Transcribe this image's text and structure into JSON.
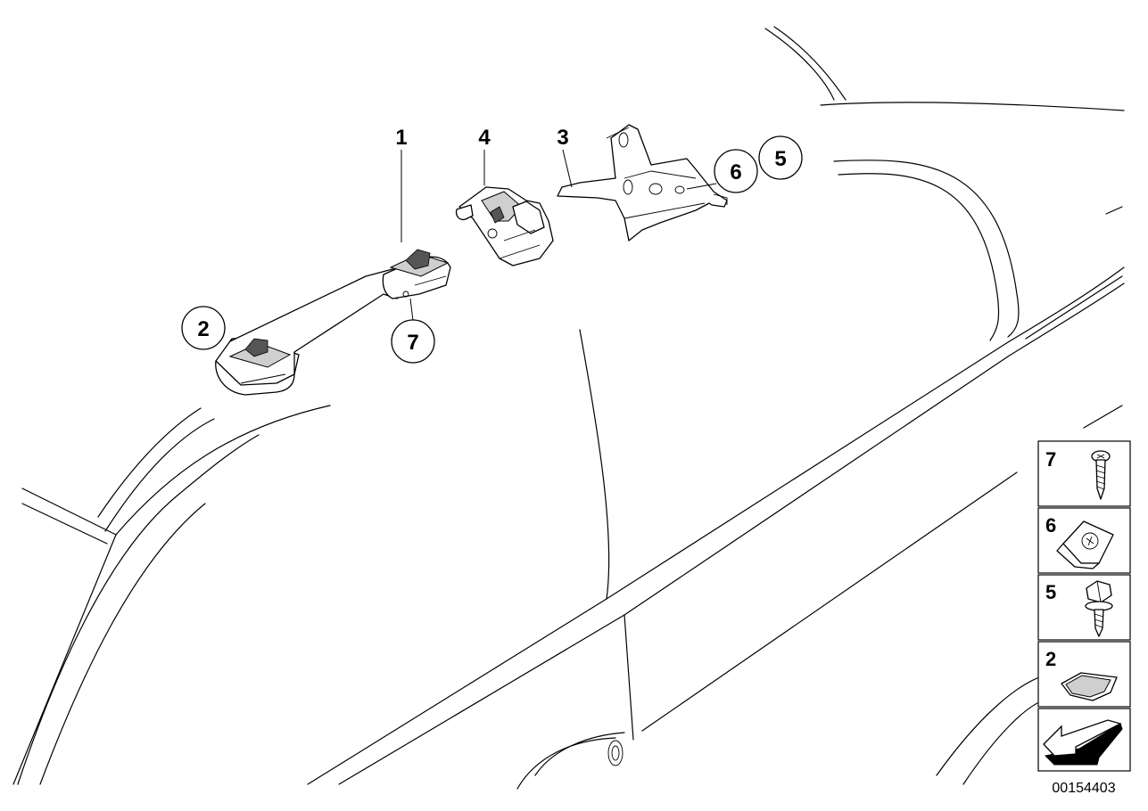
{
  "diagram": {
    "document_id": "00154403",
    "callouts": [
      {
        "key": "1",
        "label": "1",
        "circled": false
      },
      {
        "key": "4",
        "label": "4",
        "circled": false
      },
      {
        "key": "3",
        "label": "3",
        "circled": false
      },
      {
        "key": "5",
        "label": "5",
        "circled": true
      },
      {
        "key": "6",
        "label": "6",
        "circled": true
      },
      {
        "key": "2",
        "label": "2",
        "circled": true
      },
      {
        "key": "7",
        "label": "7",
        "circled": true
      }
    ],
    "legend": [
      {
        "label": "7",
        "icon": "screw-icon"
      },
      {
        "label": "6",
        "icon": "clip-nut-icon"
      },
      {
        "label": "5",
        "icon": "hex-bolt-icon"
      },
      {
        "label": "2",
        "icon": "cover-cap-icon"
      },
      {
        "label": "",
        "icon": "direction-arrow-icon"
      }
    ]
  }
}
